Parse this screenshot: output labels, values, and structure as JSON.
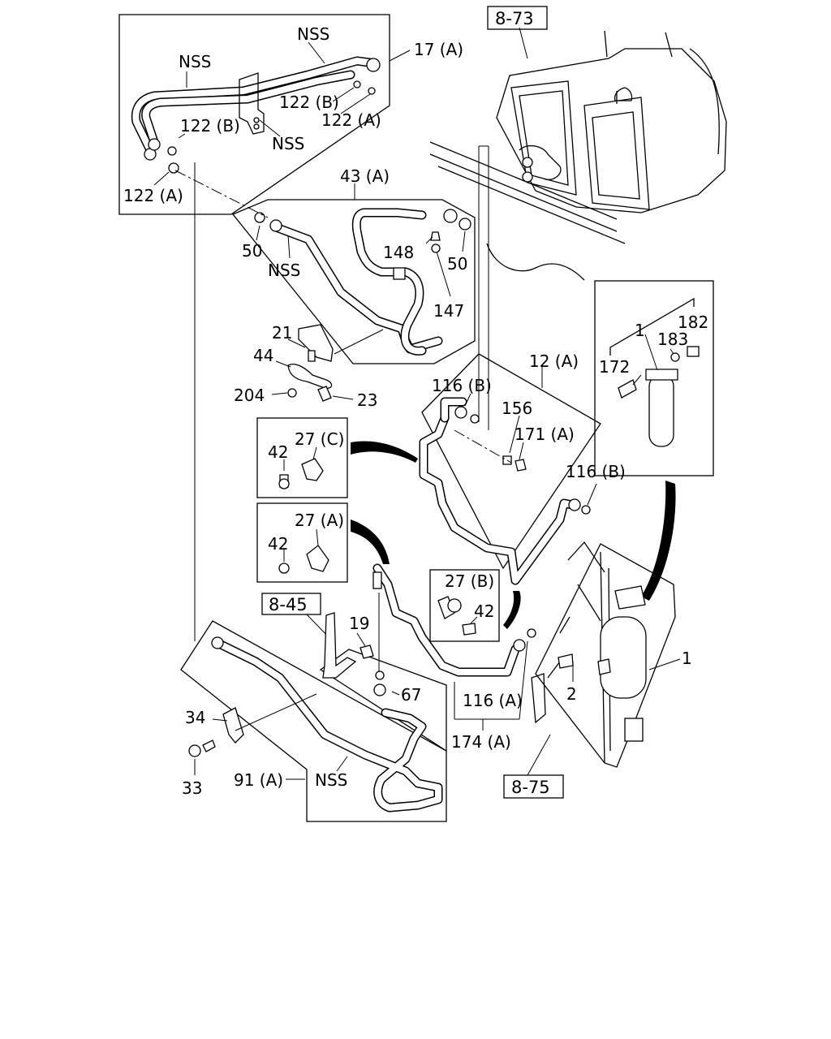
{
  "labels": {
    "nss_a": "NSS",
    "nss_b": "NSS",
    "nss_c": "NSS",
    "nss_d": "NSS",
    "nss_e": "NSS",
    "p17a": "17 (A)",
    "p122b_top": "122 (B)",
    "p122a_top": "122 (A)",
    "p122b_left": "122 (B)",
    "p122a_left": "122 (A)",
    "p43a": "43 (A)",
    "p50_left": "50",
    "p50_right": "50",
    "p148": "148",
    "p147": "147",
    "p21": "21",
    "p44": "44",
    "p204": "204",
    "p23": "23",
    "p12a": "12 (A)",
    "p116b_top": "116 (B)",
    "p156": "156",
    "p171a": "171 (A)",
    "p116b_mid": "116 (B)",
    "p1_top": "1",
    "p183": "183",
    "p182": "182",
    "p172": "172",
    "p27c": "27 (C)",
    "p42_c": "42",
    "p27a": "27 (A)",
    "p42_a": "42",
    "p27b": "27 (B)",
    "p42_b": "42",
    "p19": "19",
    "p67": "67",
    "p116a": "116 (A)",
    "p174a": "174 (A)",
    "p34": "34",
    "p33": "33",
    "p91a": "91 (A)",
    "p2": "2",
    "p1_right": "1"
  },
  "refs": {
    "r873": "8-73",
    "r845": "8-45",
    "r875": "8-75"
  }
}
